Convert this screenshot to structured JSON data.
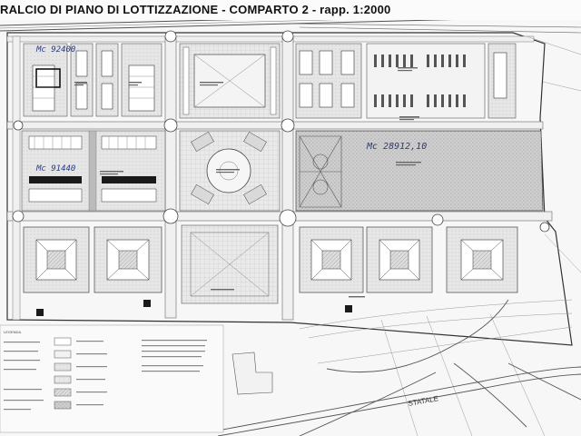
{
  "title": "RALCIO DI PIANO DI LOTTIZZAZIONE - COMPARTO 2 - rapp. 1:2000",
  "annotations": {
    "mc_top_left": "Mc 92400",
    "mc_middle_left": "Mc 91440",
    "mc_big_plaza": "Mc 28912,10"
  },
  "road_label": "STATALE",
  "legend": {
    "heading": "LEGENDA"
  }
}
